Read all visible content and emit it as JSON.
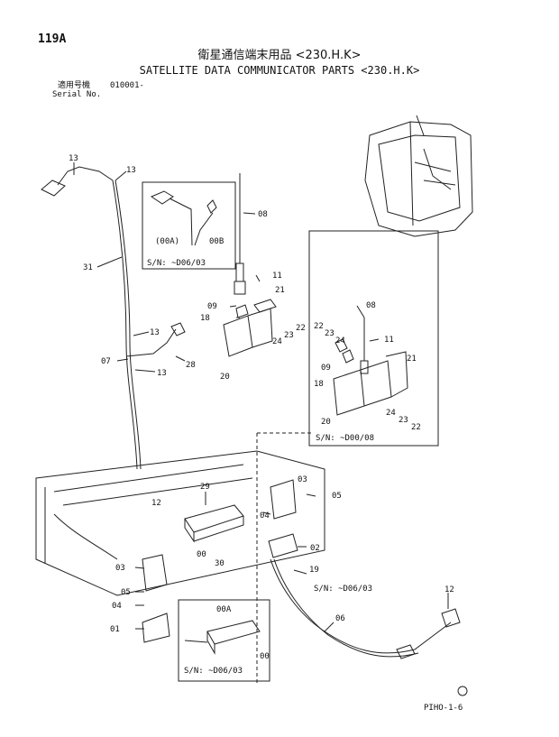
{
  "header": {
    "code": "119A",
    "title_jp": "衛星通信端末用品 <230.H.K>",
    "title_en": "SATELLITE DATA COMMUNICATOR PARTS <230.H.K>",
    "serial_label_jp": "適用号機",
    "serial_value": "010001-",
    "serial_label_en": "Serial No."
  },
  "footer": {
    "code": "PIHO-1-6"
  },
  "callouts": {
    "c13a": "13",
    "c13b": "13",
    "c31": "31",
    "c00a": "(00A)",
    "c00b": "00B",
    "sn1": "S/N: ~D06/03",
    "c08a": "08",
    "c11a": "11",
    "c21a": "21",
    "c09a": "09",
    "c18a": "18",
    "c22a": "22",
    "c23a": "23",
    "c24a": "24",
    "c20a": "20",
    "c13c": "13",
    "c07": "07",
    "c13d": "13",
    "c28": "28",
    "c08b": "08",
    "c22b": "22",
    "c23b": "23",
    "c24b": "24",
    "c11b": "11",
    "c09b": "09",
    "c21b": "21",
    "c18b": "18",
    "c20b": "20",
    "c24c": "24",
    "c23c": "23",
    "c22c": "22",
    "sn2": "S/N: ~D00/08",
    "c03a": "03",
    "c05": "05",
    "c29": "29",
    "c12a": "12",
    "c04a": "04",
    "c02": "02",
    "c00": "00",
    "c30": "30",
    "c19": "19",
    "sn3": "S/N: ~D06/03",
    "c03b": "03",
    "c05b": "05",
    "c04b": "04",
    "c01": "01",
    "c06": "06",
    "c12b": "12",
    "c00a2": "00A",
    "c00c": "00",
    "sn4": "S/N: ~D06/03"
  }
}
